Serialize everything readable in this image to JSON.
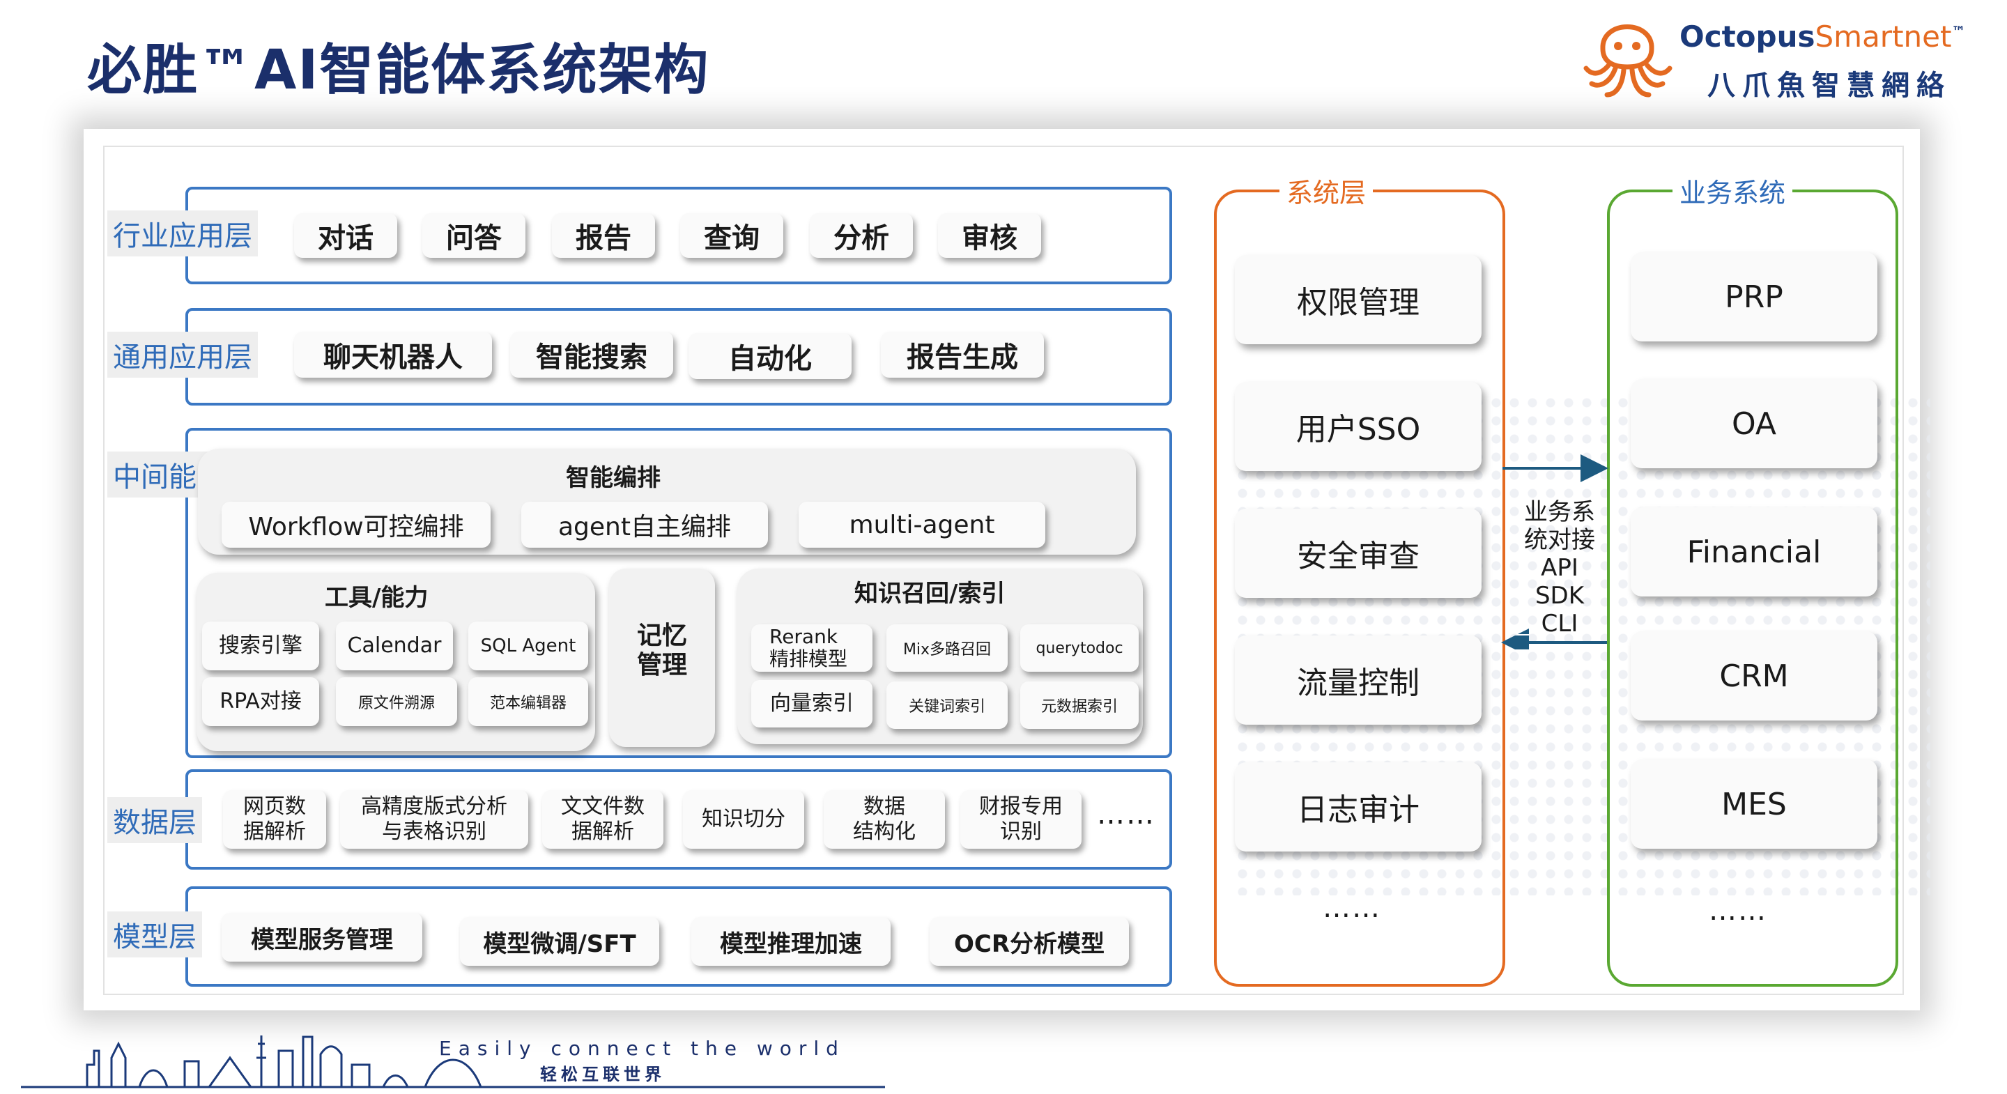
{
  "title": "必胜™AI智能体系统架构",
  "logo": {
    "en_main": "Octopus",
    "en_second": "Smartnet",
    "tm": "™",
    "cn": "八爪魚智慧網絡"
  },
  "layers": {
    "industry": {
      "label": "行业应用层",
      "items": [
        "对话",
        "问答",
        "报告",
        "查询",
        "分析",
        "审核"
      ]
    },
    "general": {
      "label": "通用应用层",
      "items": [
        "聊天机器人",
        "智能搜索",
        "自动化",
        "报告生成"
      ]
    },
    "middle": {
      "label": "中间能力层",
      "orchestration": {
        "title": "智能编排",
        "items": [
          "Workflow可控编排",
          "agent自主编排",
          "multi-agent"
        ]
      },
      "tools": {
        "title": "工具/能力",
        "items": [
          "搜索引擎",
          "Calendar",
          "SQL Agent",
          "RPA对接",
          "原文件溯源",
          "范本编辑器"
        ]
      },
      "memory": {
        "line1": "记忆",
        "line2": "管理"
      },
      "knowledge": {
        "title": "知识召回/索引",
        "rerank_l1": "Rerank",
        "rerank_l2": "精排模型",
        "items": [
          "Mix多路召回",
          "querytodoc",
          "向量索引",
          "关键词索引",
          "元数据索引"
        ]
      }
    },
    "data": {
      "label": "数据层",
      "items": [
        {
          "l1": "网页数",
          "l2": "据解析"
        },
        {
          "l1": "高精度版式分析",
          "l2": "与表格识别"
        },
        {
          "l1": "文文件数",
          "l2": "据解析"
        },
        {
          "l1": "知识切分",
          "l2": ""
        },
        {
          "l1": "数据",
          "l2": "结构化"
        },
        {
          "l1": "财报专用",
          "l2": "识别"
        }
      ],
      "more": "……"
    },
    "model": {
      "label": "模型层",
      "items": [
        "模型服务管理",
        "模型微调/SFT",
        "模型推理加速",
        "OCR分析模型"
      ]
    }
  },
  "system": {
    "title": "系统层",
    "items": [
      "权限管理",
      "用户SSO",
      "安全审查",
      "流量控制",
      "日志审计"
    ],
    "more": "……",
    "color": "#e46a21"
  },
  "business": {
    "title": "业务系统",
    "items": [
      "PRP",
      "OA",
      "Financial",
      "CRM",
      "MES"
    ],
    "more": "……",
    "color": "#5aa832"
  },
  "connector": {
    "lines": [
      "业务系",
      "统对接",
      "API",
      "SDK",
      "CLI"
    ]
  },
  "footer": {
    "en": "Easily connect the world",
    "cn": "轻松互联世界"
  }
}
